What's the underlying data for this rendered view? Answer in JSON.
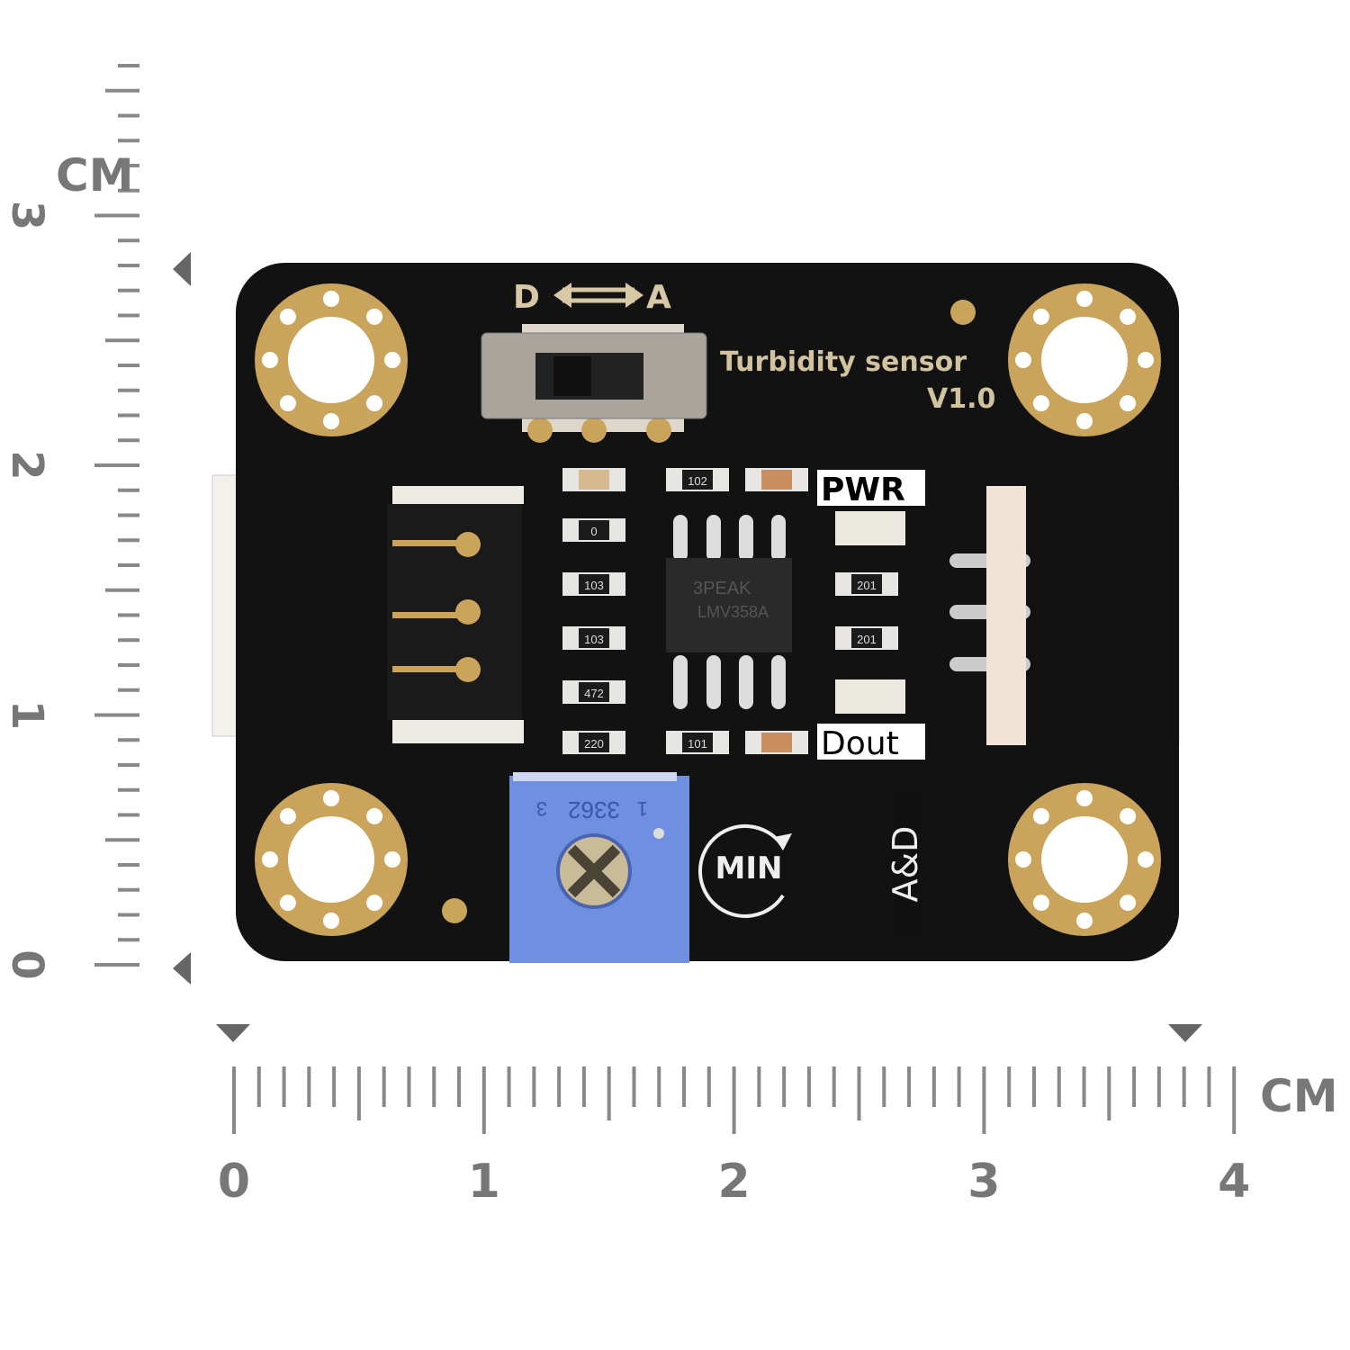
{
  "rulers": {
    "unit": "CM",
    "vertical_labels": [
      "0",
      "1",
      "2",
      "3"
    ],
    "horizontal_labels": [
      "0",
      "1",
      "2",
      "3",
      "4"
    ]
  },
  "board": {
    "title": "Turbidity sensor",
    "version": "V1.0",
    "switch_label_d": "D",
    "switch_label_a": "A",
    "pwr_label": "PWR",
    "dout_label": "Dout",
    "min_label": "MIN",
    "mode_label": "A&D",
    "pot_marking": "3362",
    "pot_pin1": "1",
    "pot_pin3": "3",
    "resistors_left": [
      "0",
      "103",
      "103",
      "472",
      "220"
    ],
    "resistors_top": "102",
    "resistors_bottom": "101",
    "resistors_right": [
      "201",
      "201"
    ],
    "chip_brand": "3PEAK",
    "chip_part": "LMV358A",
    "colors": {
      "pcb": "#111111",
      "gold": "#c9a45a",
      "pot": "#6f8fe0",
      "connector": "#f2efe9"
    }
  }
}
